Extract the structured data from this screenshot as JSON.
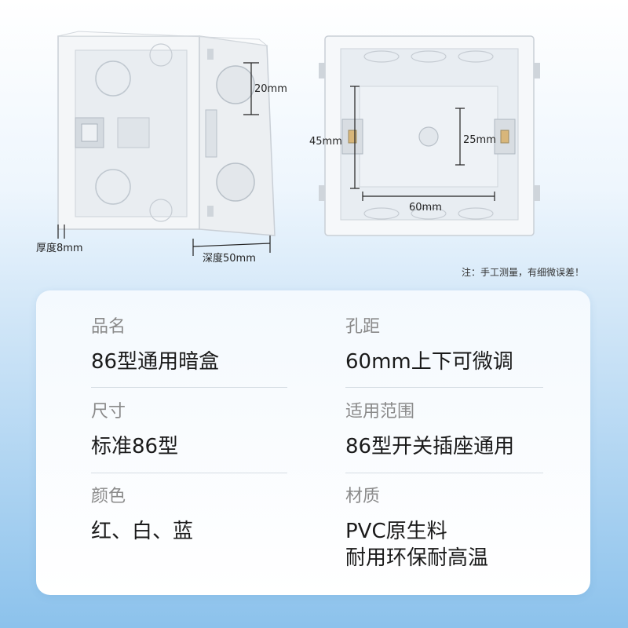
{
  "dimensions": {
    "depth_top": "20mm",
    "thickness": "厚度8mm",
    "depth": "深度50mm",
    "height_left": "45mm",
    "height_right": "25mm",
    "width_bottom": "60mm"
  },
  "note": "注：手工测量，有细微误差！",
  "specs": {
    "name_label": "品名",
    "name_value": "86型通用暗盒",
    "spacing_label": "孔距",
    "spacing_value": "60mm上下可微调",
    "size_label": "尺寸",
    "size_value": "标准86型",
    "scope_label": "适用范围",
    "scope_value": "86型开关插座通用",
    "color_label": "颜色",
    "color_value": "红、白、蓝",
    "material_label": "材质",
    "material_value_line1": "PVC原生料",
    "material_value_line2": "耐用环保耐高温"
  }
}
